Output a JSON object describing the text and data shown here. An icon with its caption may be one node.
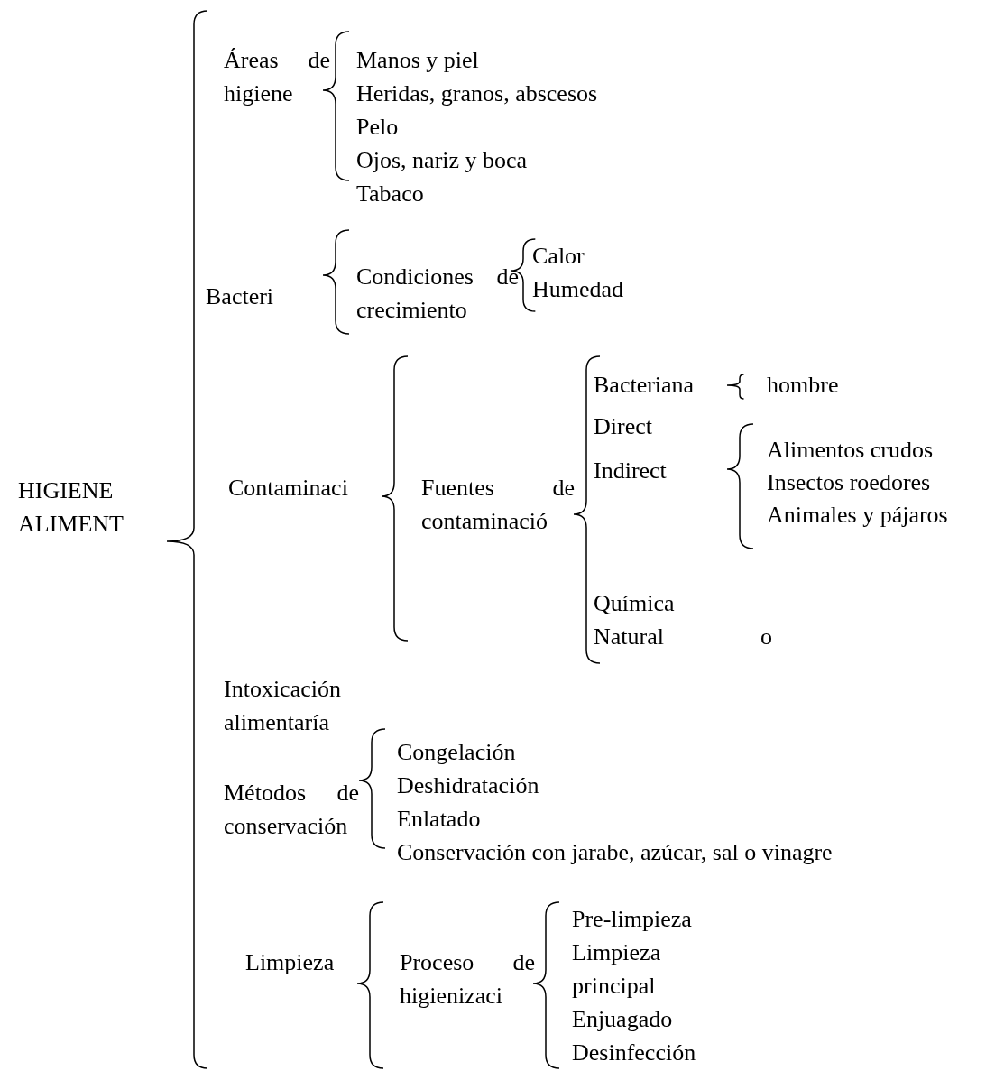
{
  "diagram": {
    "nodes": [
      {
        "text": [
          "HIGIENE ALIMENT"
        ]
      },
      {
        "text": [
          "Áreas de higiene"
        ]
      },
      {
        "text": [
          "Manos y piel"
        ]
      },
      {
        "text": [
          "Heridas, granos, abscesos"
        ]
      },
      {
        "text": [
          "Pelo"
        ]
      },
      {
        "text": [
          "Ojos, nariz y boca"
        ]
      },
      {
        "text": [
          "Tabaco"
        ]
      },
      {
        "text": [
          "Bacteri"
        ]
      },
      {
        "text": [
          "Condiciones de crecimiento"
        ]
      },
      {
        "text": [
          "Calor"
        ]
      },
      {
        "text": [
          "Humedad"
        ]
      },
      {
        "text": [
          "Contaminaci"
        ]
      },
      {
        "text": [
          "Fuentes de contaminació"
        ]
      },
      {
        "text": [
          "Bacteriana"
        ]
      },
      {
        "text": [
          "hombre"
        ]
      },
      {
        "text": [
          "Direct"
        ]
      },
      {
        "text": [
          "Indirect"
        ]
      },
      {
        "text": [
          "Alimentos crudos"
        ]
      },
      {
        "text": [
          "Insectos roedores"
        ]
      },
      {
        "text": [
          "Animales y pájaros"
        ]
      },
      {
        "text": [
          "Química"
        ]
      },
      {
        "text": [
          "Natural"
        ]
      },
      {
        "text": [
          "Intoxicación alimentaría"
        ]
      },
      {
        "text": [
          "Métodos de conservación"
        ]
      },
      {
        "text": [
          "Congelación"
        ]
      },
      {
        "text": [
          "Deshidratación"
        ]
      },
      {
        "text": [
          "Enlatado"
        ]
      },
      {
        "text": [
          "Conservación con jarabe, azúcar, sal o vinagre"
        ]
      },
      {
        "text": [
          "Limpieza"
        ]
      },
      {
        "text": [
          "Proceso de higienizaci"
        ]
      },
      {
        "text": [
          "Pre-limpieza"
        ]
      },
      {
        "text": [
          "Limpieza principal"
        ]
      },
      {
        "text": [
          "Enjuagado"
        ]
      },
      {
        "text": [
          "Desinfección"
        ]
      }
    ],
    "labels": [
      "o"
    ]
  }
}
